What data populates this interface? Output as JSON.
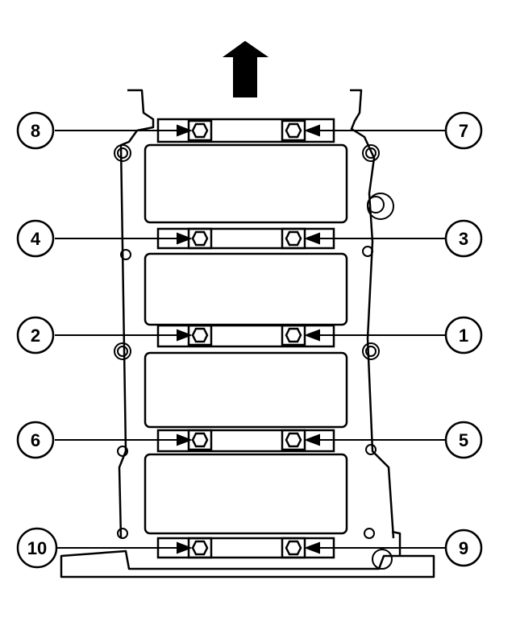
{
  "callouts": {
    "bolt_8": "8",
    "bolt_7": "7",
    "bolt_4": "4",
    "bolt_3": "3",
    "bolt_2": "2",
    "bolt_1": "1",
    "bolt_6": "6",
    "bolt_5": "5",
    "bolt_10": "10",
    "bolt_9": "9"
  },
  "icons": {
    "direction": "front-arrow-icon",
    "bolt": "hex-bolt-icon"
  },
  "colors": {
    "line": "#000000",
    "background": "#ffffff"
  }
}
